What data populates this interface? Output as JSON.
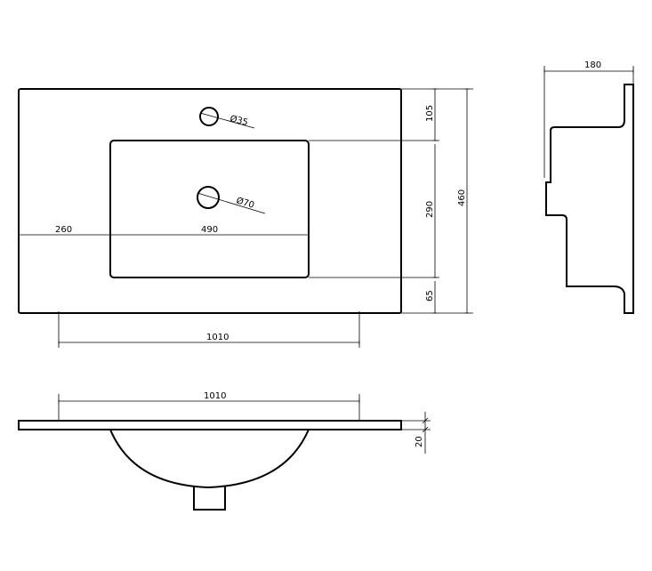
{
  "drawing": {
    "top_view": {
      "tap_hole_label": "Ø35",
      "drain_hole_label": "Ø70",
      "dim_left_offset": "260",
      "dim_basin_width": "490",
      "dim_hole_spacing": "1010",
      "dim_top_margin": "105",
      "dim_basin_depth": "290",
      "dim_bottom_margin": "65",
      "dim_total_depth": "460"
    },
    "side_view": {
      "dim_depth": "180"
    },
    "front_view": {
      "dim_hole_spacing": "1010",
      "dim_thickness": "20"
    }
  }
}
